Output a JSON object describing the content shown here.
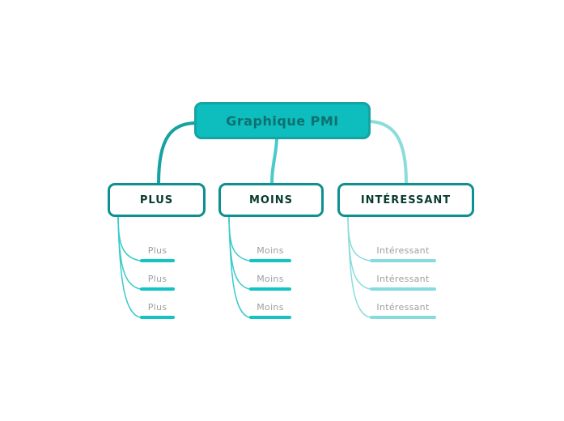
{
  "diagram": {
    "root": {
      "label": "Graphique PMI"
    },
    "branches": [
      {
        "label": "PLUS",
        "children": [
          {
            "label": "Plus"
          },
          {
            "label": "Plus"
          },
          {
            "label": "Plus"
          }
        ]
      },
      {
        "label": "MOINS",
        "children": [
          {
            "label": "Moins"
          },
          {
            "label": "Moins"
          },
          {
            "label": "Moins"
          }
        ]
      },
      {
        "label": "INTÉRESSANT",
        "children": [
          {
            "label": "Intéressant"
          },
          {
            "label": "Intéressant"
          },
          {
            "label": "Intéressant"
          }
        ]
      }
    ]
  },
  "colors": {
    "root_fill": "#0ebdbd",
    "root_border": "#16a3a3",
    "root_text": "#0e7070",
    "branch_border": "#0d9090",
    "branch_text": "#093a2e",
    "child_text": "#9e9e9e",
    "connector_left": "#14a2a2",
    "connector_middle": "#4ccaca",
    "connector_right": "#8cdcdc",
    "sub_connector": "#3acaca",
    "sub_connector_light": "#8cdcdc",
    "bar": "#14c4c4",
    "bar_light": "#87dbde"
  }
}
